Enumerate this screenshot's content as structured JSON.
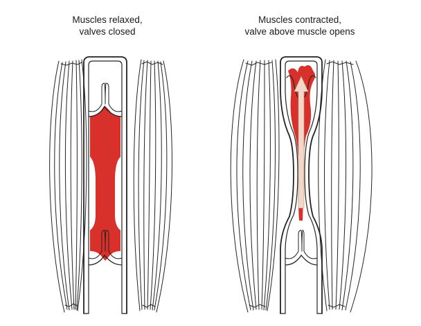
{
  "panels": [
    {
      "id": "relaxed",
      "caption_lines": [
        "Muscles relaxed,",
        "valves closed"
      ]
    },
    {
      "id": "contracted",
      "caption_lines": [
        "Muscles contracted,",
        "valve above muscle opens"
      ]
    }
  ],
  "colors": {
    "blood": "#d8312b",
    "outline": "#222222",
    "flow_arrow": "#f2d8c8",
    "background": "#ffffff"
  }
}
